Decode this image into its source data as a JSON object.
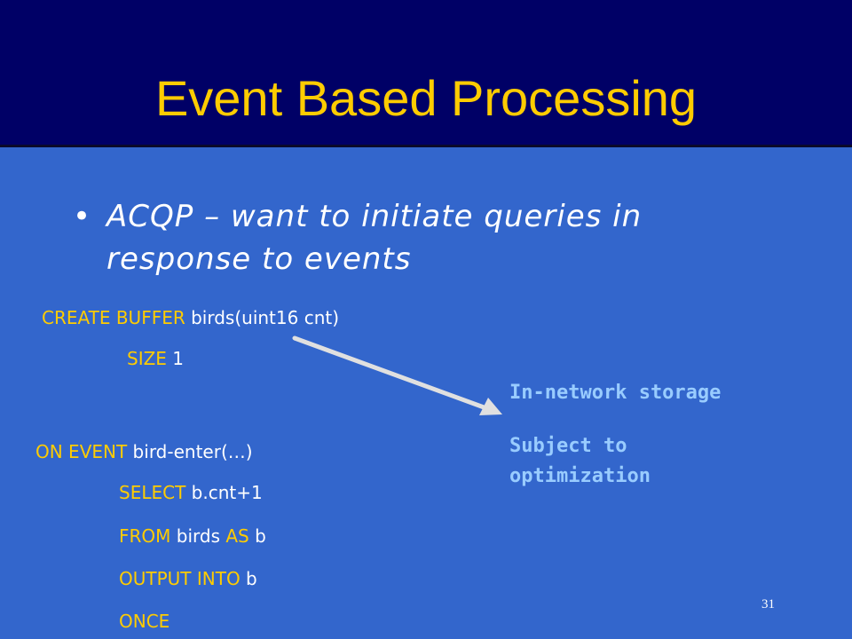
{
  "slide": {
    "title": "Event Based Processing",
    "bullet_marker": "•",
    "bullet_text": "ACQP – want to initiate queries in response to events",
    "code": {
      "line1_kw": "CREATE BUFFER",
      "line1_rest": " birds(uint16 cnt)",
      "line2_kw": "SIZE",
      "line2_rest": " 1",
      "line3_kw": "ON EVENT",
      "line3_rest": " bird-enter(…)",
      "line4_kw": "SELECT",
      "line4_rest": " b.cnt+1",
      "line5_kw1": "FROM",
      "line5_mid": " birds ",
      "line5_kw2": "AS",
      "line5_rest": " b",
      "line6_kw": "OUTPUT INTO",
      "line6_rest": " b",
      "line7_kw": "ONCE"
    },
    "annotation": {
      "line1": "In-network storage",
      "line2": "Subject to",
      "line3": "optimization"
    },
    "page_number": "31"
  },
  "colors": {
    "background": "#3366cc",
    "header": "#000066",
    "title": "#ffcc00",
    "keyword": "#ffcc00",
    "annotation": "#99ccff",
    "arrow": "#e0e0e0"
  }
}
